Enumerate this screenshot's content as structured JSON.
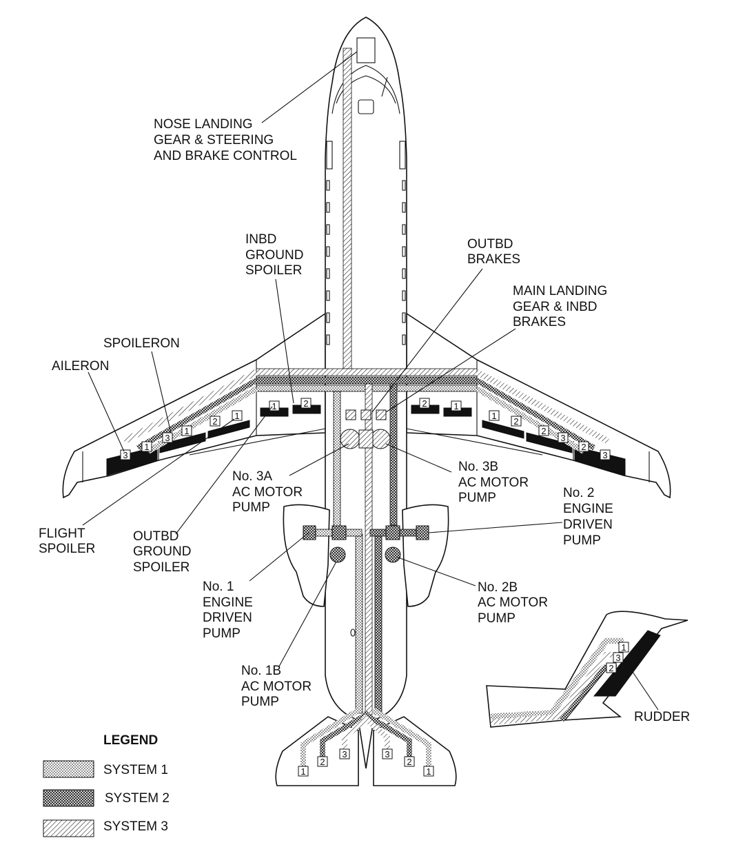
{
  "labels": {
    "nose": [
      "NOSE LANDING",
      "GEAR & STEERING",
      "AND BRAKE CONTROL"
    ],
    "inbd_ground_spoiler": [
      "INBD",
      "GROUND",
      "SPOILER"
    ],
    "outbd_brakes": [
      "OUTBD",
      "BRAKES"
    ],
    "main_landing_gear": [
      "MAIN LANDING",
      "GEAR & INBD",
      "BRAKES"
    ],
    "spoileron": [
      "SPOILERON"
    ],
    "aileron": [
      "AILERON"
    ],
    "no3a": [
      "No. 3A",
      "AC MOTOR",
      "PUMP"
    ],
    "no3b": [
      "No. 3B",
      "AC MOTOR",
      "PUMP"
    ],
    "no2_edp": [
      "No. 2",
      "ENGINE",
      "DRIVEN",
      "PUMP"
    ],
    "flight_spoiler": [
      "FLIGHT",
      "SPOILER"
    ],
    "outbd_ground_spoiler": [
      "OUTBD",
      "GROUND",
      "SPOILER"
    ],
    "no1_edp": [
      "No. 1",
      "ENGINE",
      "DRIVEN",
      "PUMP"
    ],
    "no2b": [
      "No. 2B",
      "AC MOTOR",
      "PUMP"
    ],
    "no1b": [
      "No. 1B",
      "AC MOTOR",
      "PUMP"
    ],
    "rudder": [
      "RUDDER"
    ]
  },
  "legend": {
    "title": "LEGEND",
    "items": [
      {
        "label": "SYSTEM 1",
        "pattern": "dots"
      },
      {
        "label": "SYSTEM 2",
        "pattern": "crosshatch"
      },
      {
        "label": "SYSTEM 3",
        "pattern": "diagonal"
      }
    ]
  },
  "system_tags": {
    "left_wing": [
      "3",
      "1",
      "3",
      "1",
      "2",
      "1",
      "1",
      "2"
    ],
    "right_wing": [
      "2",
      "1",
      "1",
      "2",
      "2",
      "3",
      "2",
      "3"
    ],
    "left_stab": [
      "1",
      "2",
      "3"
    ],
    "right_stab": [
      "3",
      "2",
      "1"
    ],
    "rudder": [
      "1",
      "3",
      "2"
    ]
  },
  "colors": {
    "ink": "#111111",
    "paper": "#ffffff"
  }
}
